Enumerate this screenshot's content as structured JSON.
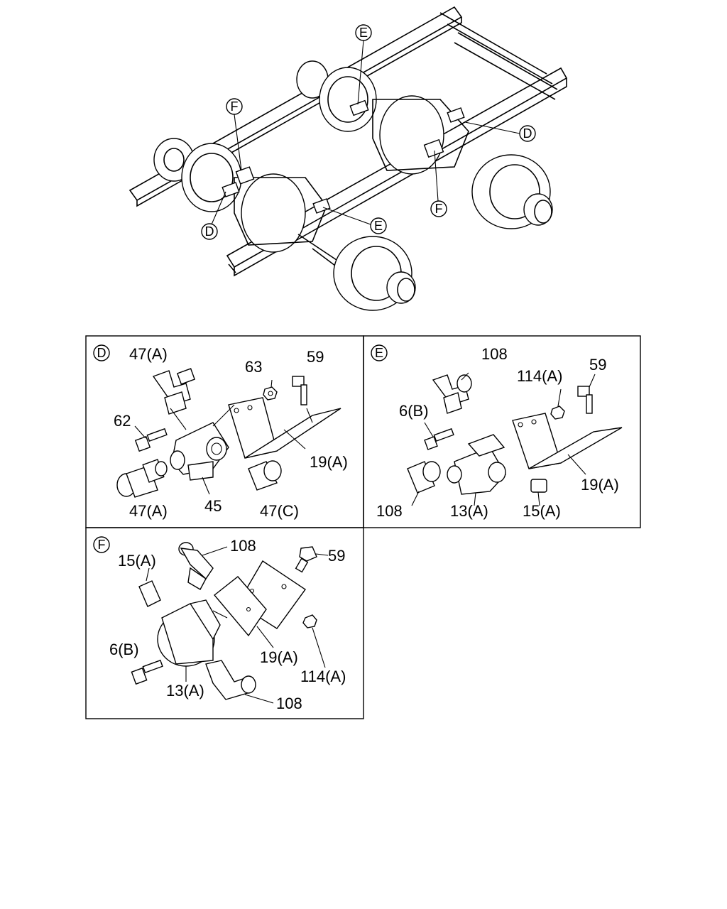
{
  "overview": {
    "callouts": [
      "E",
      "F",
      "D",
      "D",
      "E",
      "F"
    ]
  },
  "panel_d": {
    "tag": "D",
    "labels": [
      "47(A)",
      "63",
      "59",
      "62",
      "19(A)",
      "47(A)",
      "45",
      "47(C)"
    ]
  },
  "panel_e": {
    "tag": "E",
    "labels": [
      "108",
      "114(A)",
      "59",
      "6(B)",
      "19(A)",
      "108",
      "13(A)",
      "15(A)"
    ]
  },
  "panel_f": {
    "tag": "F",
    "labels": [
      "108",
      "15(A)",
      "59",
      "19(A)",
      "6(B)",
      "114(A)",
      "13(A)",
      "108"
    ]
  }
}
